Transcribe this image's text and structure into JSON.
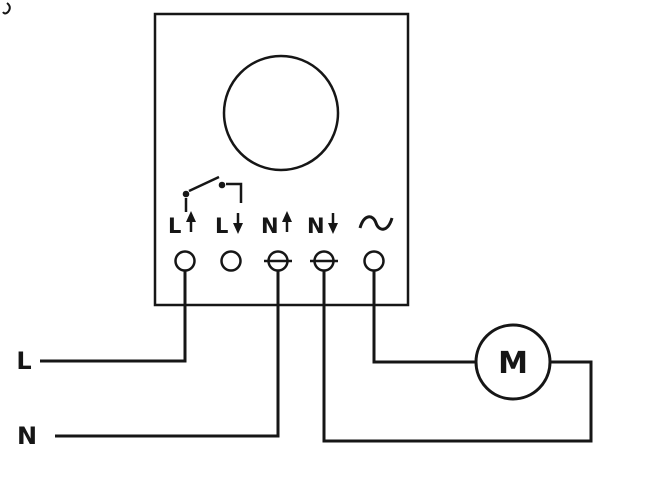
{
  "diagram": {
    "type": "wiring-diagram",
    "device": {
      "dial_icon": "timer-dial-icon",
      "switch_icon": "switch-contact-icon",
      "terminals": [
        {
          "label": "L",
          "icon": "arrow-up-icon"
        },
        {
          "label": "L",
          "icon": "arrow-down-icon"
        },
        {
          "label": "N",
          "icon": "arrow-up-icon"
        },
        {
          "label": "N",
          "icon": "arrow-down-icon"
        },
        {
          "label": "",
          "icon": "sine-wave-icon"
        }
      ]
    },
    "supply": {
      "line_label": "L",
      "neutral_label": "N"
    },
    "motor": {
      "label": "M"
    },
    "colors": {
      "ink": "#161616",
      "background": "#ffffff"
    }
  }
}
